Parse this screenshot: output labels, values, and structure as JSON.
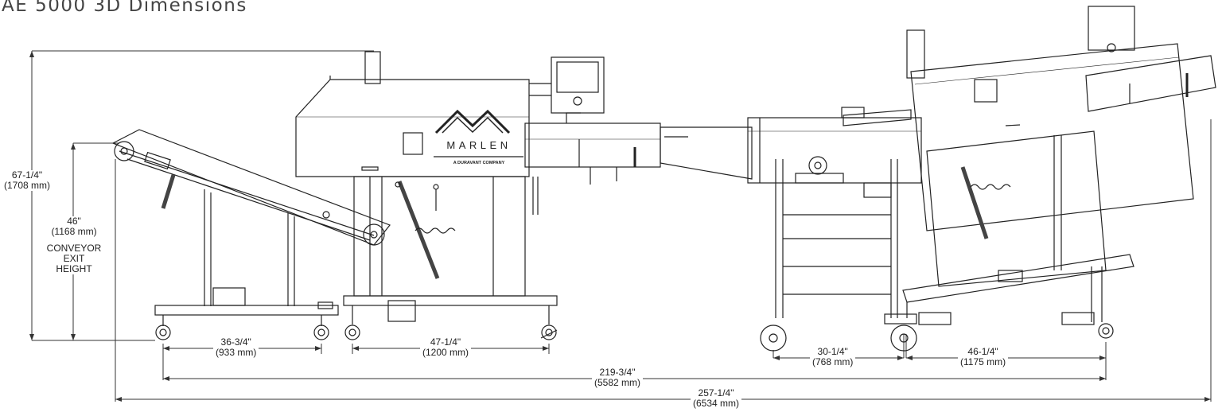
{
  "title": "AE 5000 3D Dimensions",
  "brand": {
    "name": "MARLEN",
    "tagline": "A DURAVANT COMPANY"
  },
  "dimensions": {
    "overall_height": {
      "imperial": "67-1/4\"",
      "metric": "(1708 mm)"
    },
    "conveyor_exit_height": {
      "imperial": "46\"",
      "metric": "(1168 mm)",
      "caption": [
        "CONVEYOR",
        "EXIT",
        "HEIGHT"
      ]
    },
    "loader_wheelbase": {
      "imperial": "36-3/4\"",
      "metric": "(933 mm)"
    },
    "main_wheelbase": {
      "imperial": "47-1/4\"",
      "metric": "(1200 mm)"
    },
    "table_wheelbase": {
      "imperial": "30-1/4\"",
      "metric": "(768 mm)"
    },
    "fryer_wheelbase": {
      "imperial": "46-1/4\"",
      "metric": "(1175 mm)"
    },
    "wheel_span": {
      "imperial": "219-3/4\"",
      "metric": "(5582 mm)"
    },
    "overall_length": {
      "imperial": "257-1/4\"",
      "metric": "(6534 mm)"
    }
  }
}
